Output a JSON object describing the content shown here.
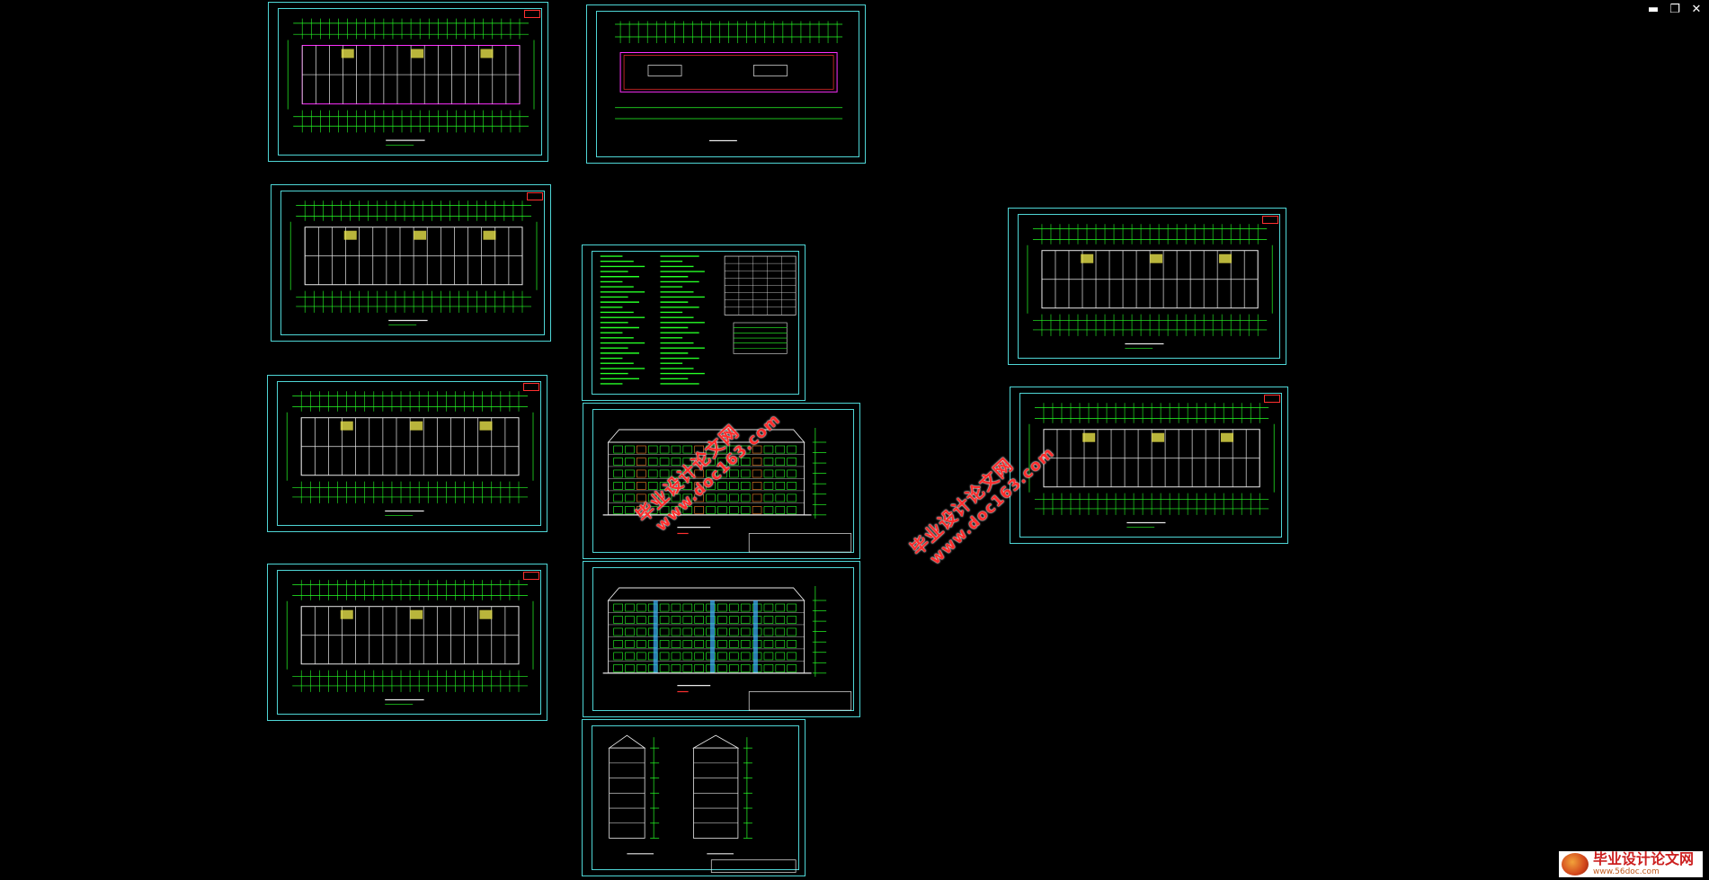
{
  "window_controls": {
    "minimize": "▬",
    "restore": "❐",
    "close": "✕"
  },
  "watermarks": [
    {
      "cn": "毕业设计论文网",
      "url": "www.doc163.com"
    },
    {
      "cn": "毕业设计论文网",
      "url": "www.doc163.com"
    }
  ],
  "logo": {
    "cn": "毕业设计论文网",
    "url": "www.56doc.com"
  },
  "colors": {
    "frame": "#4fd6d6",
    "line": "#26ff26",
    "accent": "#ff2fff",
    "tag": "#ff3030"
  }
}
